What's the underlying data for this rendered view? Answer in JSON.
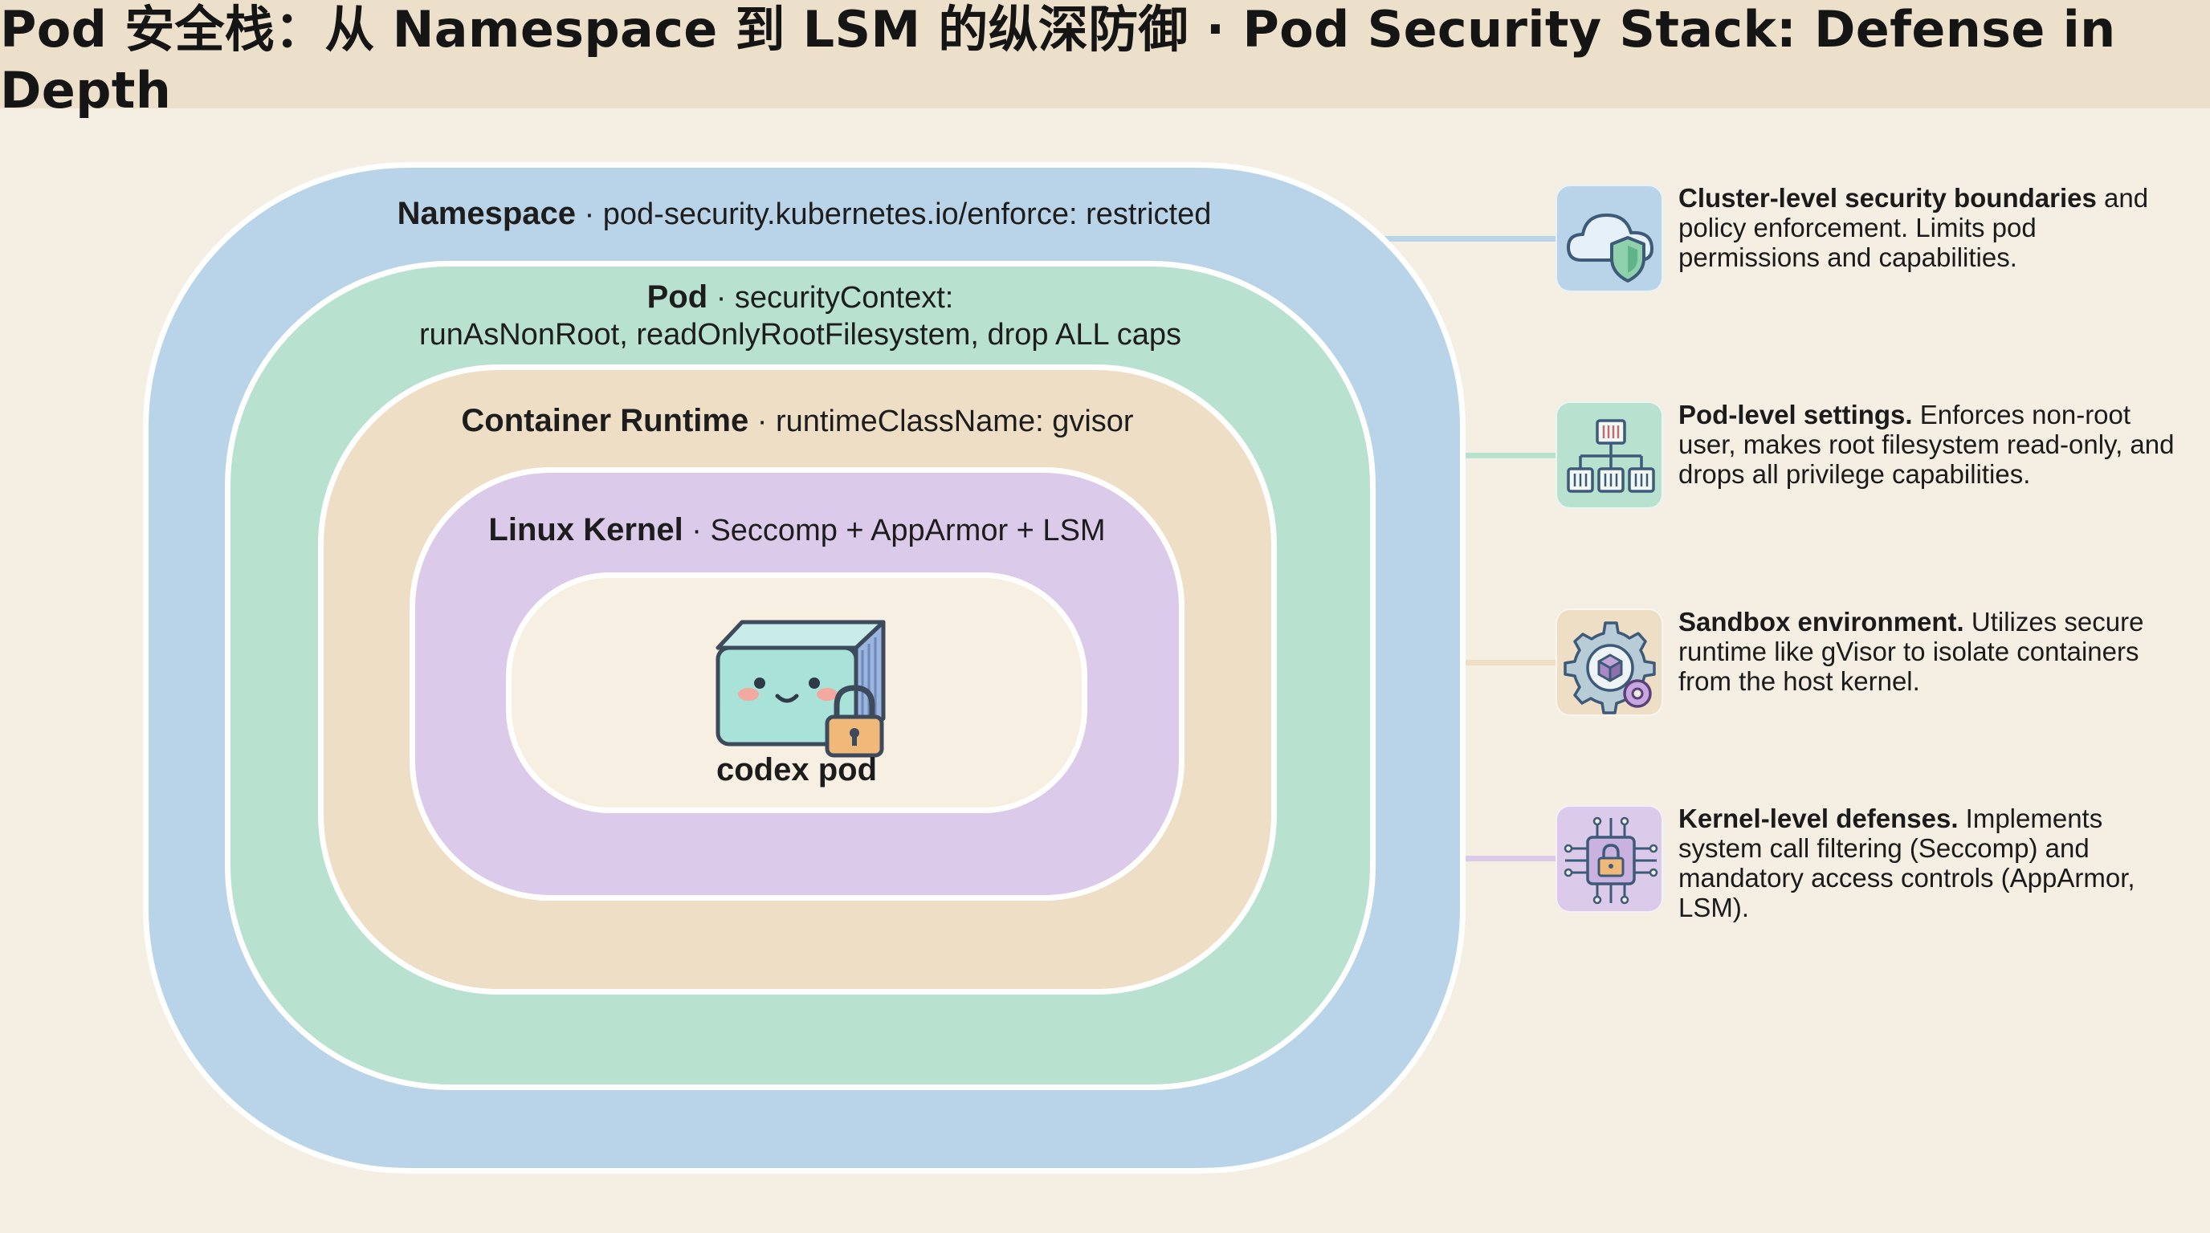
{
  "title": "Pod 安全栈：从 Namespace 到 LSM 的纵深防御 · Pod Security Stack: Defense in Depth",
  "colors": {
    "namespace": "#b9d4e8",
    "pod": "#b8e1cf",
    "runtime": "#eedec6",
    "kernel": "#dccaea",
    "core": "#f6efe2"
  },
  "layers": [
    {
      "name": "Namespace",
      "detail": " · pod-security.kubernetes.io/enforce: restricted",
      "detail2": ""
    },
    {
      "name": "Pod",
      "detail": " · securityContext:",
      "detail2": "runAsNonRoot, readOnlyRootFilesystem, drop ALL caps"
    },
    {
      "name": "Container Runtime",
      "detail": " · runtimeClassName: gvisor",
      "detail2": ""
    },
    {
      "name": "Linux Kernel",
      "detail": " · Seccomp + AppArmor + LSM",
      "detail2": ""
    }
  ],
  "core": {
    "label": "codex pod",
    "icon": "container-lock-icon"
  },
  "descriptions": [
    {
      "icon": "cloud-shield-icon",
      "bold": "Cluster-level security boundaries",
      "rest": " and policy enforcement. Limits pod permissions and capabilities."
    },
    {
      "icon": "pod-hierarchy-icon",
      "bold": "Pod-level settings.",
      "rest": " Enforces non-root user, makes root filesystem read-only, and drops all privilege capabilities."
    },
    {
      "icon": "gear-sandbox-icon",
      "bold": "Sandbox environment.",
      "rest": " Utilizes secure runtime like gVisor to isolate containers from the host kernel."
    },
    {
      "icon": "chip-lock-icon",
      "bold": "Kernel-level defenses.",
      "rest": " Implements system call filtering (Seccomp) and mandatory access controls (AppArmor, LSM)."
    }
  ]
}
